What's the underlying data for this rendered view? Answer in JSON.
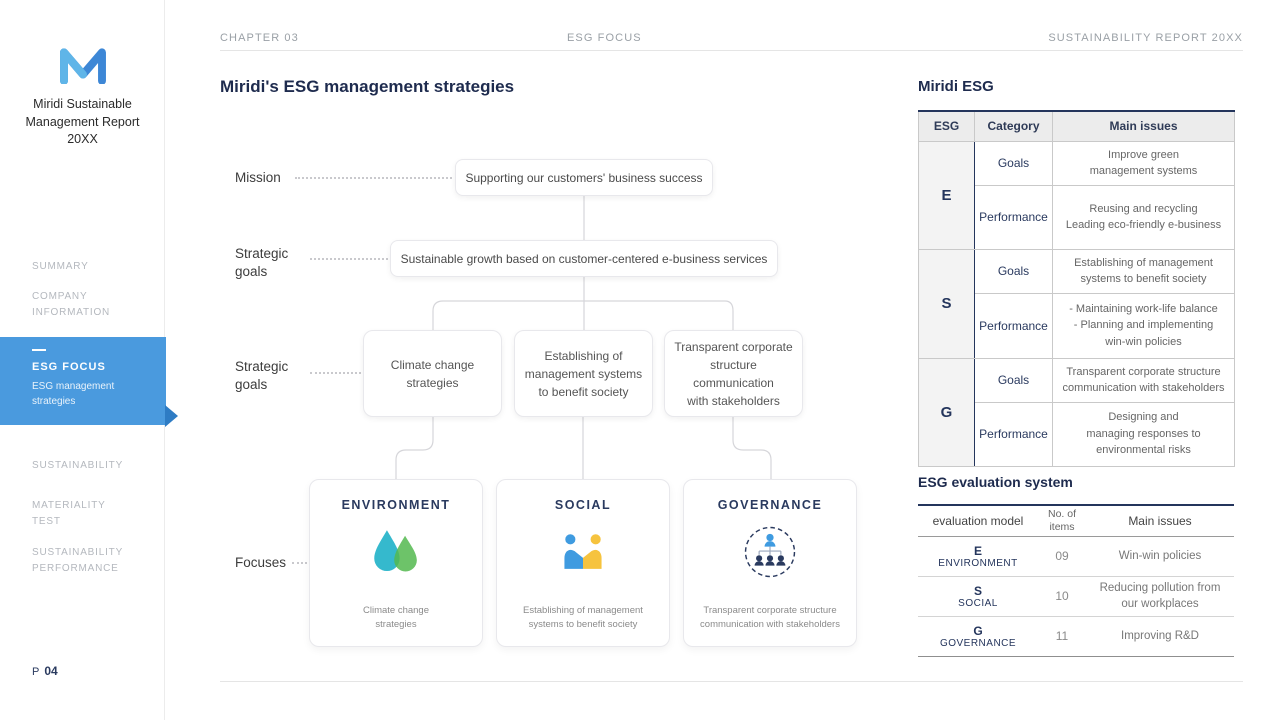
{
  "colors": {
    "accent_blue": "#4a9ade",
    "navy": "#24355c",
    "logo_blue": "#3d87d6"
  },
  "sidebar": {
    "report_title": "Miridi Sustainable\nManagement Report\n20XX",
    "nav": [
      {
        "label": "SUMMARY"
      },
      {
        "label": "COMPANY\nINFORMATION"
      },
      {
        "label": "ESG FOCUS",
        "sublabel": "ESG management\nstrategies",
        "active": true
      },
      {
        "label": "SUSTAINABILITY"
      },
      {
        "label": "MATERIALITY\nTEST"
      },
      {
        "label": "SUSTAINABILITY\nPERFORMANCE"
      }
    ],
    "page_label": "P",
    "page_number": "04"
  },
  "header": {
    "chapter": "CHAPTER 03",
    "section": "ESG FOCUS",
    "report": "SUSTAINABILITY REPORT 20XX"
  },
  "diagram": {
    "title": "Miridi's ESG management strategies",
    "rows": {
      "mission": {
        "label": "Mission",
        "box": "Supporting our customers' business success"
      },
      "strategic1": {
        "label": "Strategic goals",
        "box": "Sustainable growth based on customer-centered e-business services"
      },
      "strategic2": {
        "label": "Strategic goals",
        "boxes": [
          "Climate change\nstrategies",
          "Establishing of\nmanagement systems\nto benefit society",
          "Transparent corporate\nstructure\ncommunication\nwith stakeholders"
        ]
      },
      "focuses": {
        "label": "Focuses"
      }
    },
    "focus_cards": [
      {
        "title": "ENVIRONMENT",
        "icon": "water-drops-icon",
        "caption": "Climate change\nstrategies"
      },
      {
        "title": "SOCIAL",
        "icon": "people-icon",
        "caption": "Establishing of management\nsystems to benefit society"
      },
      {
        "title": "GOVERNANCE",
        "icon": "org-structure-icon",
        "caption": "Transparent corporate structure\ncommunication with stakeholders"
      }
    ]
  },
  "esg_table": {
    "title": "Miridi ESG",
    "headers": [
      "ESG",
      "Category",
      "Main issues"
    ],
    "groups": [
      {
        "letter": "E",
        "rows": [
          {
            "category": "Goals",
            "issues": "Improve green\nmanagement systems"
          },
          {
            "category": "Performance",
            "issues": "Reusing and recycling\nLeading eco-friendly e-business"
          }
        ]
      },
      {
        "letter": "S",
        "rows": [
          {
            "category": "Goals",
            "issues": "Establishing of management\nsystems to benefit society"
          },
          {
            "category": "Performance",
            "issues": "- Maintaining work-life balance\n- Planning and implementing\nwin-win policies"
          }
        ]
      },
      {
        "letter": "G",
        "rows": [
          {
            "category": "Goals",
            "issues": "Transparent corporate structure\ncommunication with stakeholders"
          },
          {
            "category": "Performance",
            "issues": "Designing and\nmanaging responses to\nenvironmental risks"
          }
        ]
      }
    ]
  },
  "eval_table": {
    "title": "ESG evaluation system",
    "headers": [
      "evaluation model",
      "No. of\nitems",
      "Main issues"
    ],
    "rows": [
      {
        "letter": "E",
        "name": "ENVIRONMENT",
        "count": "09",
        "issues": "Win-win policies"
      },
      {
        "letter": "S",
        "name": "SOCIAL",
        "count": "10",
        "issues": "Reducing pollution from\nour workplaces"
      },
      {
        "letter": "G",
        "name": "GOVERNANCE",
        "count": "11",
        "issues": "Improving R&D"
      }
    ]
  }
}
